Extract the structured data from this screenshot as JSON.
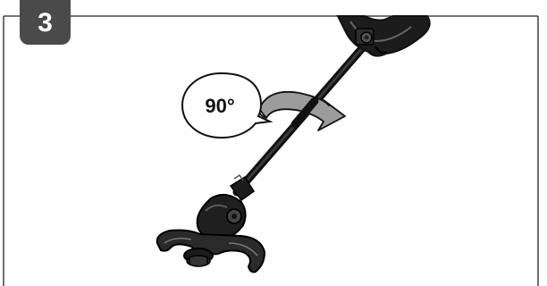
{
  "step": {
    "number": "3"
  },
  "callout": {
    "rotation_label": "90°"
  },
  "illustration": {
    "subject": "string-trimmer",
    "arrow_icon": "rotate-arrow-icon"
  },
  "colors": {
    "badge": "#4a4a4a",
    "frame_line": "#222222",
    "arrow_gray": "#9c9c9c",
    "tool_black": "#1c1c1c"
  }
}
